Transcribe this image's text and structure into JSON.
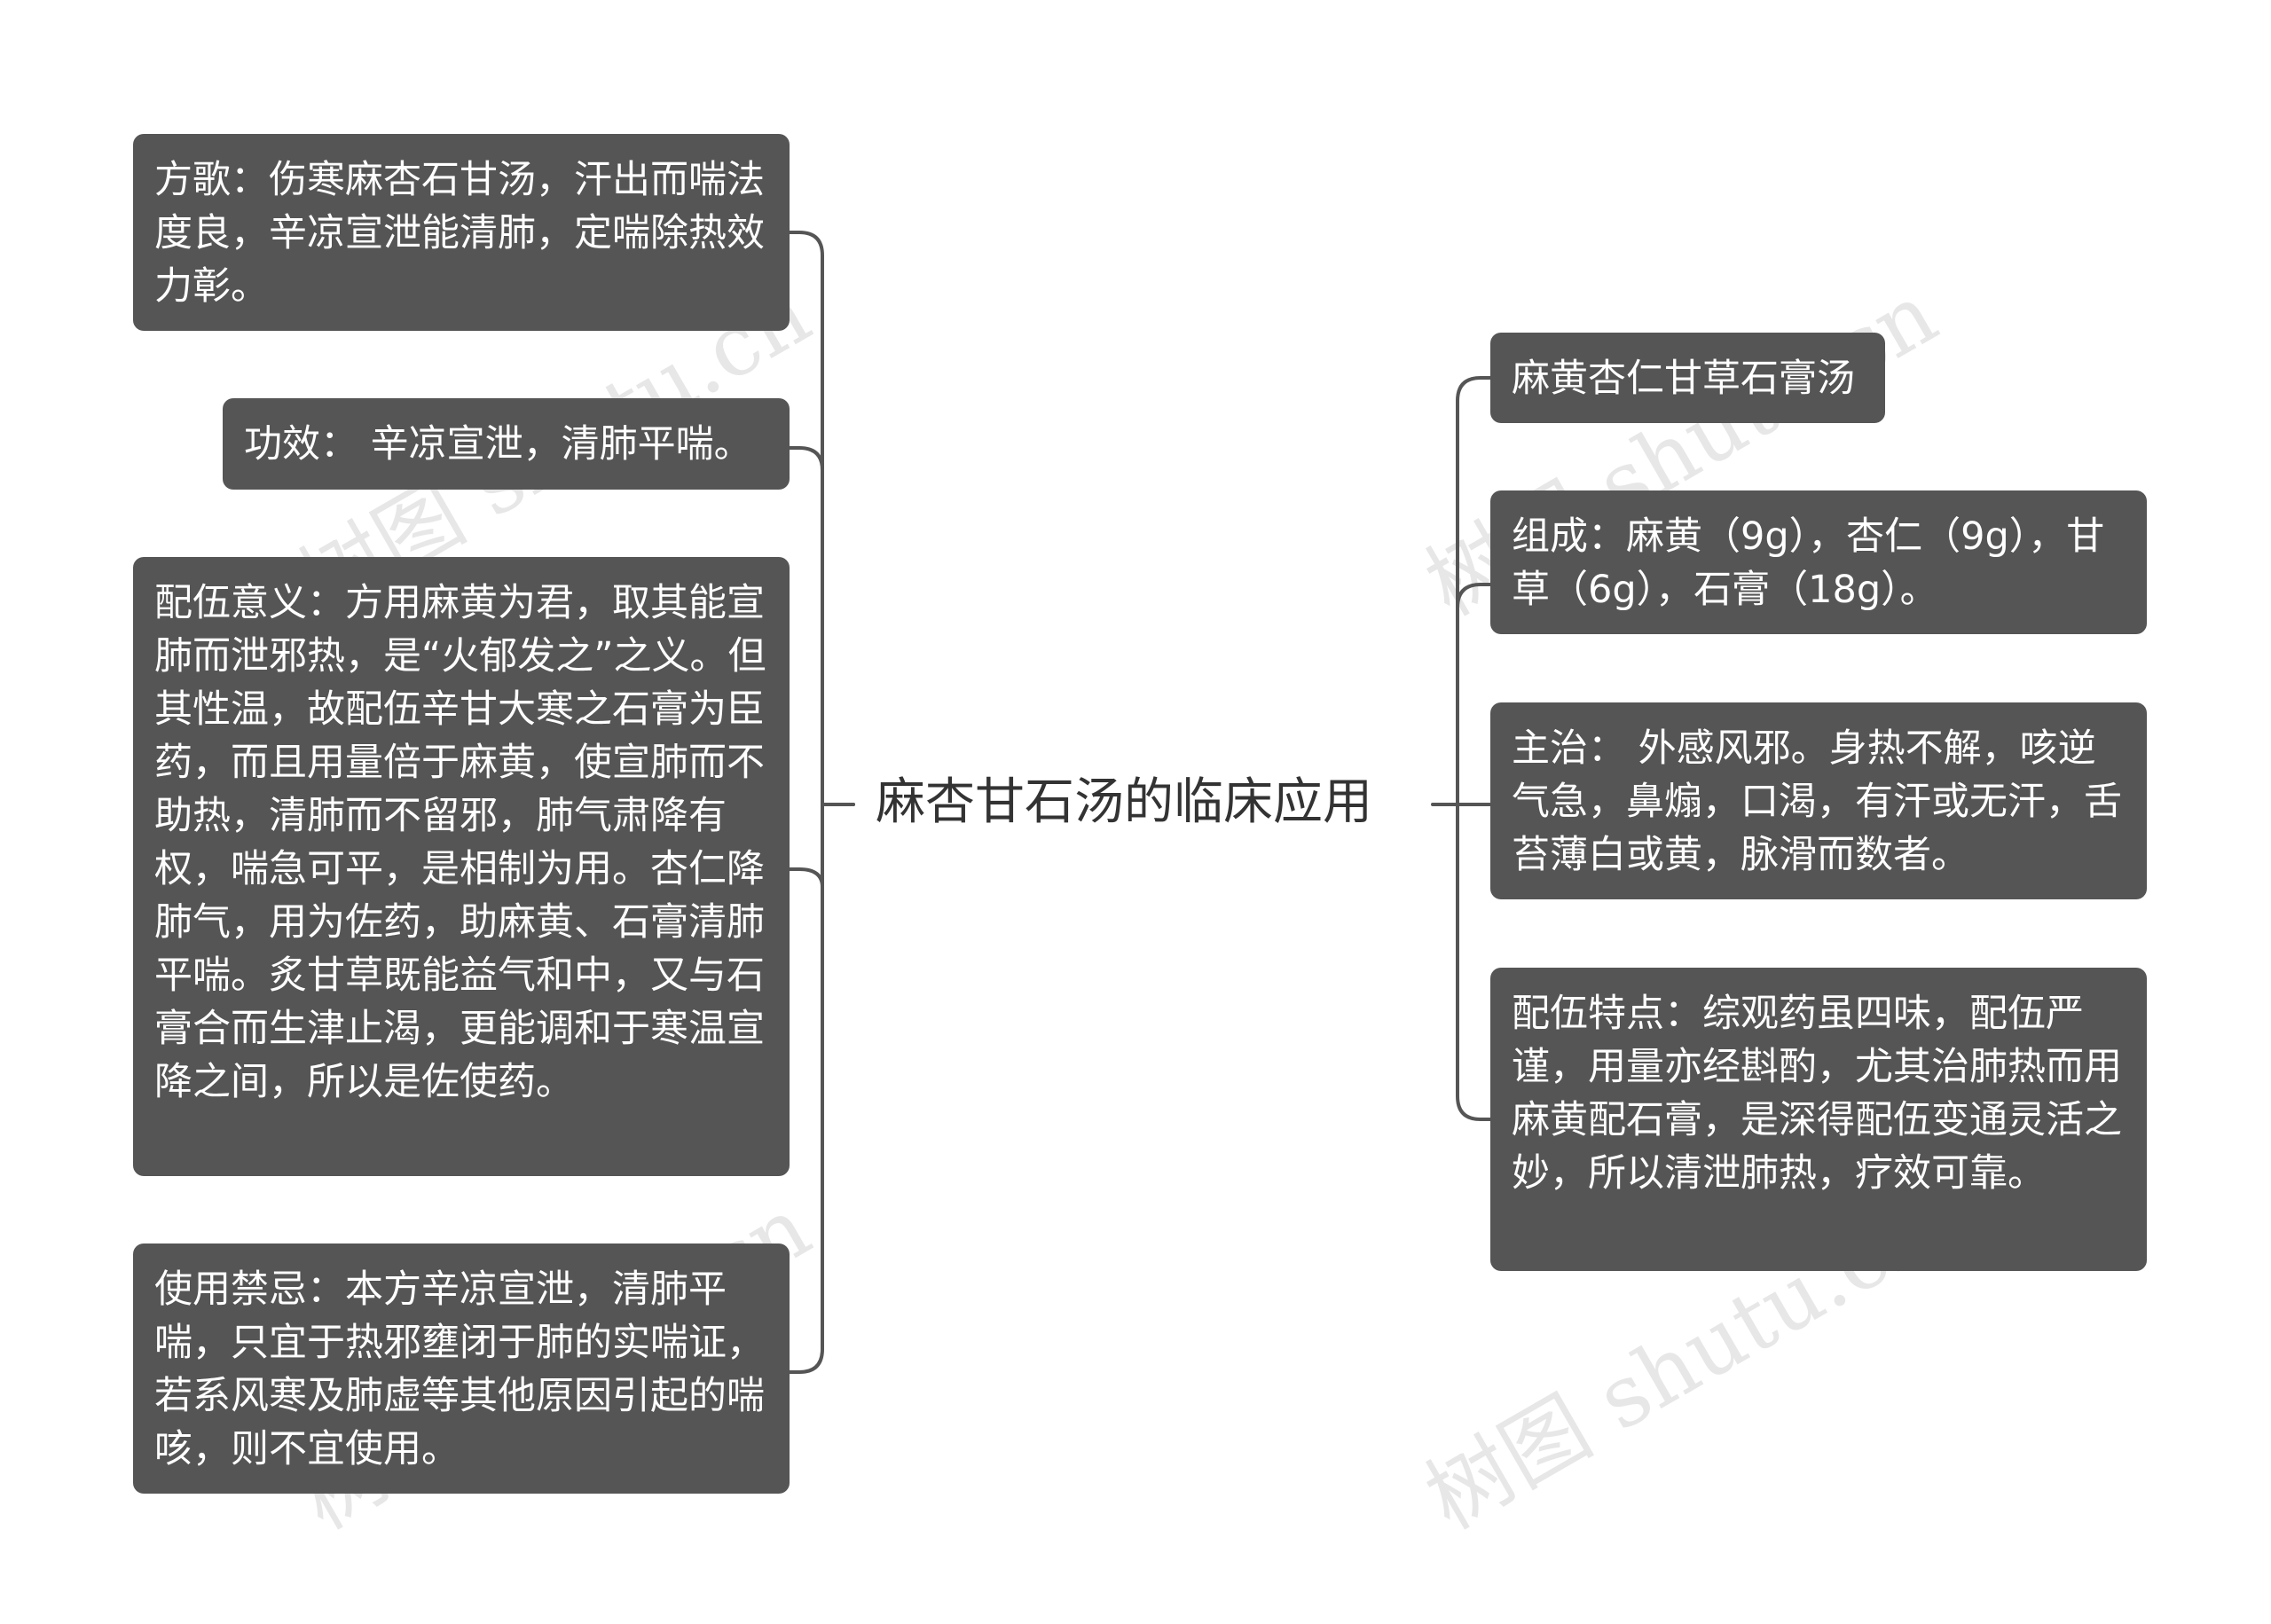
{
  "center": {
    "title": "麻杏甘石汤的临床应用"
  },
  "left_nodes": [
    {
      "text": "方歌：伤寒麻杏石甘汤，汗出而喘法度良，辛凉宣泄能清肺，定喘除热效力彰。"
    },
    {
      "text": "功效： 辛凉宣泄，清肺平喘。"
    },
    {
      "text": "配伍意义：方用麻黄为君，取其能宣肺而泄邪热，是“火郁发之”之义。但其性温，故配伍辛甘大寒之石膏为臣药，而且用量倍于麻黄，使宣肺而不助热，清肺而不留邪，肺气肃降有权，喘急可平，是相制为用。杏仁降肺气，用为佐药，助麻黄、石膏清肺平喘。炙甘草既能益气和中，又与石膏合而生津止渴，更能调和于寒温宣降之间，所以是佐使药。"
    },
    {
      "text": "使用禁忌：本方辛凉宣泄，清肺平喘，只宜于热邪壅闭于肺的实喘证，若系风寒及肺虚等其他原因引起的喘咳，则不宜使用。"
    }
  ],
  "right_nodes": [
    {
      "text": "麻黄杏仁甘草石膏汤"
    },
    {
      "text": "组成：麻黄（9g），杏仁（9g），甘草（6g），石膏（18g）。"
    },
    {
      "text": "主治： 外感风邪。身热不解，咳逆气急，鼻煽，口渴，有汗或无汗，舌苔薄白或黄，脉滑而数者。"
    },
    {
      "text": "配伍特点：综观药虽四味，配伍严谨，用量亦经斟酌，尤其治肺热而用麻黄配石膏，是深得配伍变通灵活之妙，所以清泄肺热，疗效可靠。"
    }
  ],
  "watermarks": [
    {
      "text": "树图 shutu.cn"
    },
    {
      "text": "树图 shutu.cn"
    },
    {
      "text": "树图 shutu.cn"
    },
    {
      "text": "树图 shutu.cn"
    }
  ],
  "colors": {
    "node_bg": "#555555",
    "node_text": "#ffffff",
    "connector": "#555555",
    "title_text": "#333333"
  }
}
